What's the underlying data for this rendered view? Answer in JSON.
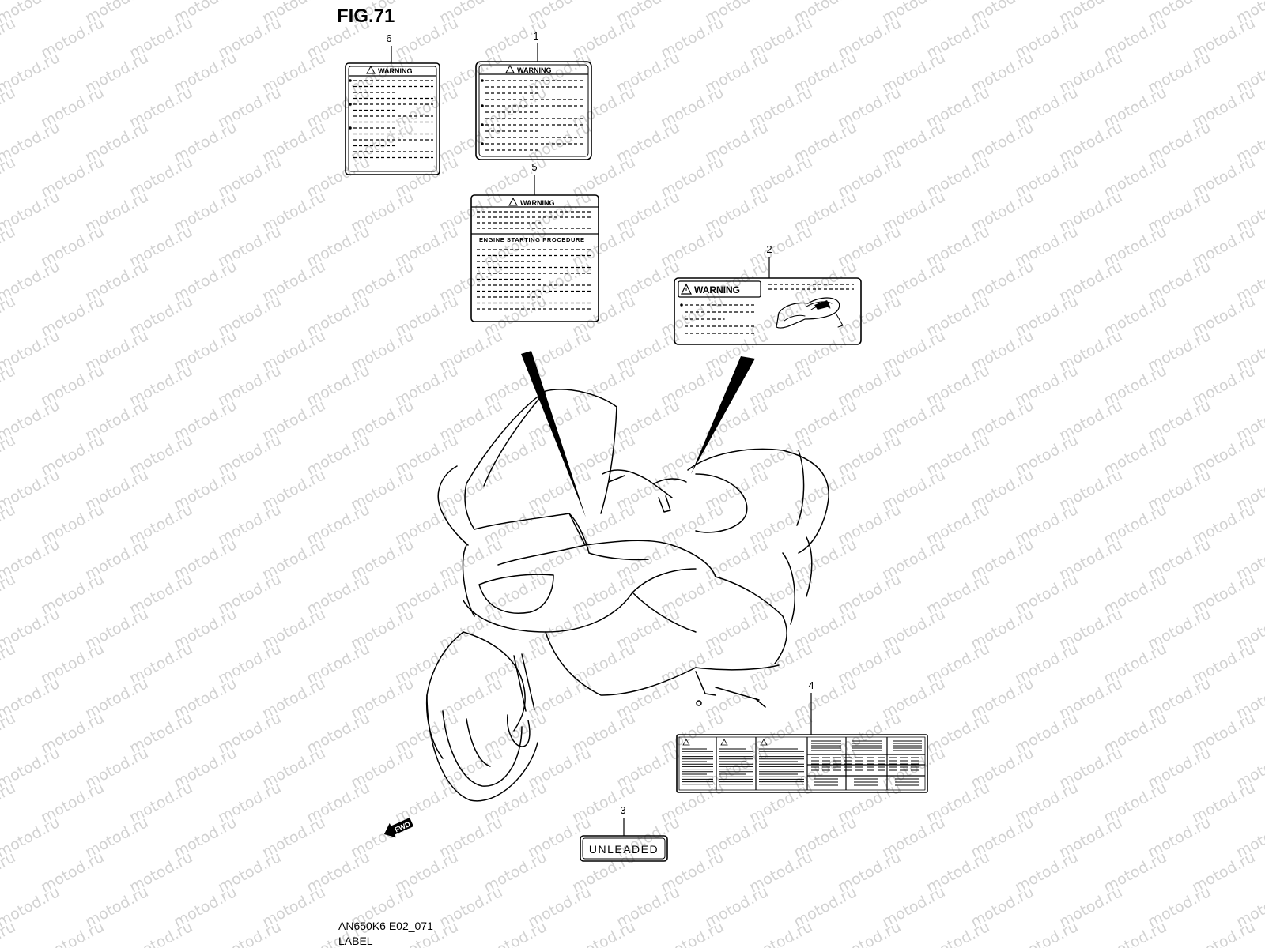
{
  "figure": {
    "title": "FIG.71",
    "code": "AN650K6 E02_071",
    "caption": "LABEL"
  },
  "watermark": {
    "text": "motod.ru"
  },
  "labels": [
    {
      "ref": "1",
      "heading": "WARNING"
    },
    {
      "ref": "2",
      "heading": "WARNING"
    },
    {
      "ref": "3",
      "text": "UNLEADED"
    },
    {
      "ref": "4"
    },
    {
      "ref": "5",
      "heading": "WARNING",
      "subheading": "ENGINE STARTING PROCEDURE"
    },
    {
      "ref": "6",
      "heading": "WARNING"
    }
  ],
  "direction_marker": {
    "text": "FWD"
  }
}
